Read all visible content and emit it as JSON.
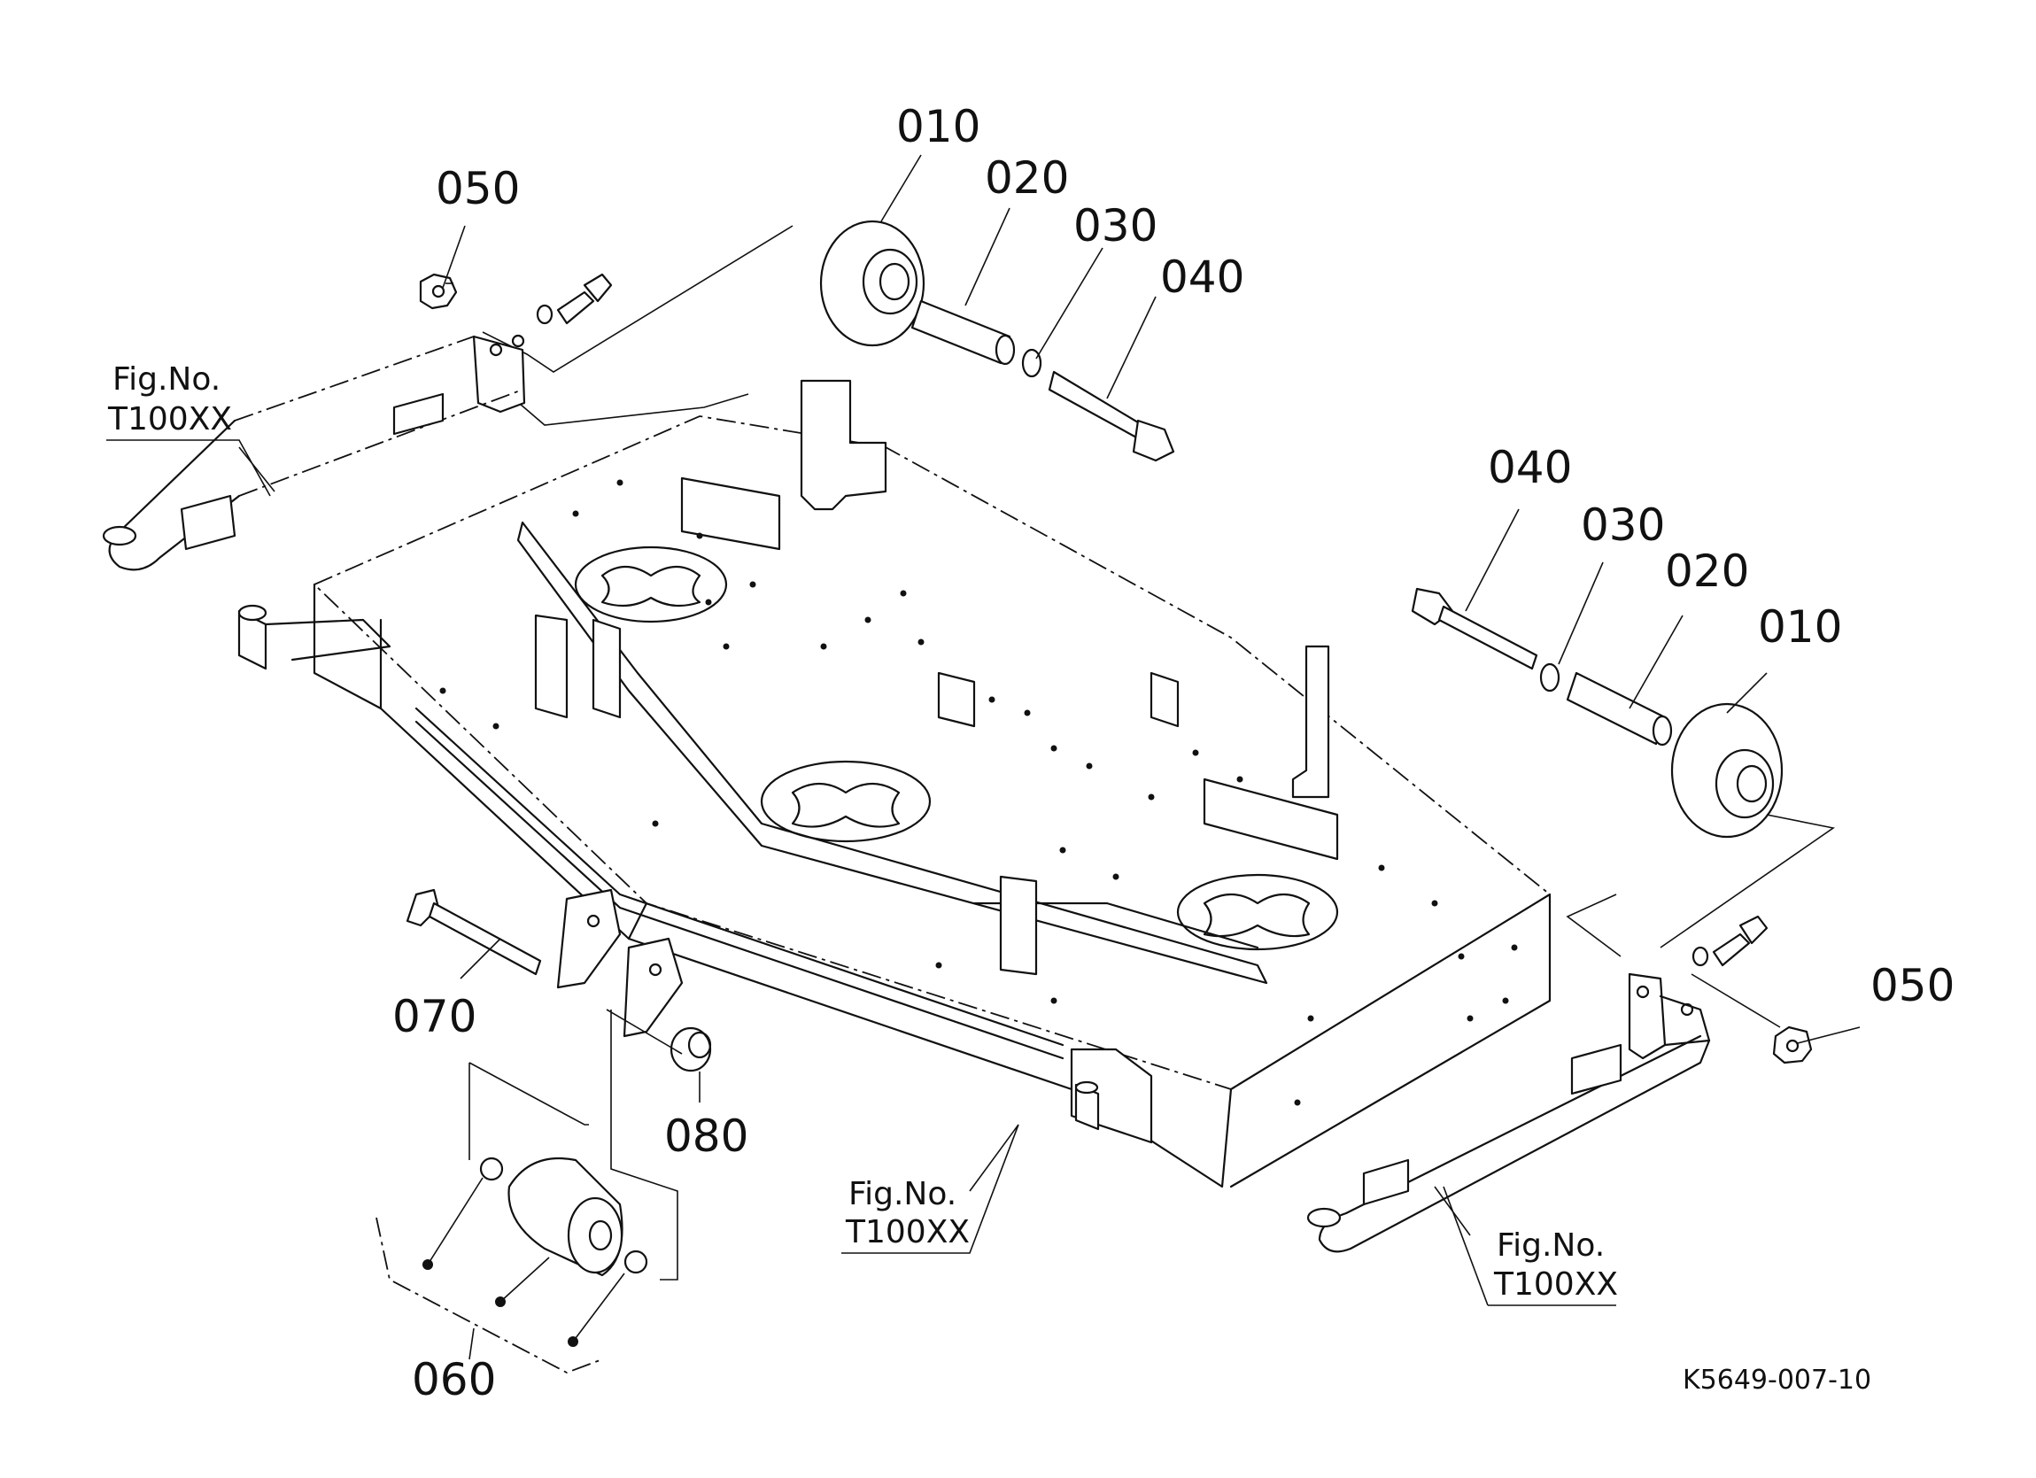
{
  "diagram": {
    "code": "K5649-007-10",
    "parts": {
      "wheel_right": "010",
      "wheel_left": "010",
      "collar_right": "020",
      "collar_left": "020",
      "washer_right": "030",
      "washer_left": "030",
      "bolt_right": "040",
      "bolt_left": "040",
      "nut_left": "050",
      "nut_right": "050",
      "roller_assy": "060",
      "roller_bolt": "070",
      "roller_nut": "080"
    },
    "references": [
      {
        "line1": "Fig.No.",
        "line2": "T100XX"
      },
      {
        "line1": "Fig.No.",
        "line2": "T100XX"
      },
      {
        "line1": "Fig.No.",
        "line2": "T100XX"
      }
    ]
  }
}
